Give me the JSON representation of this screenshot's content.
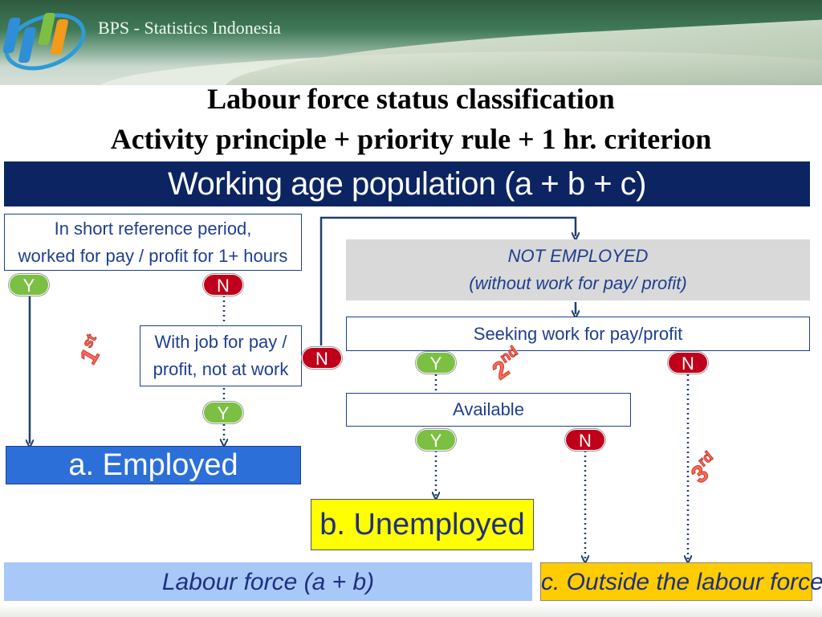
{
  "header": {
    "org_title": "BPS - Statistics Indonesia"
  },
  "title": {
    "line1": "Labour force status classification",
    "line2": "Activity principle + priority rule + 1 hr. criterion"
  },
  "diagram": {
    "root": "Working age population (a + b + c)",
    "question1": {
      "line1": "In short reference period,",
      "line2": "worked for pay / profit for 1+ hours"
    },
    "question2": {
      "line1": "With job for pay /",
      "line2": "profit, not at work"
    },
    "not_employed": {
      "line1": "NOT EMPLOYED",
      "line2": "(without work for pay/ profit)"
    },
    "seeking": "Seeking work for pay/profit",
    "available": "Available",
    "yes": "Y",
    "no": "N",
    "ordinals": {
      "first": {
        "num": "1",
        "suffix": "st"
      },
      "second": {
        "num": "2",
        "suffix": "nd"
      },
      "third": {
        "num": "3",
        "suffix": "rd"
      }
    },
    "outcomes": {
      "employed": "a. Employed",
      "unemployed": "b. Unemployed",
      "labour_force": "Labour force (a + b)",
      "outside": "c. Outside the labour force"
    }
  },
  "colors": {
    "navy": "#0c2461",
    "box_text": "#1f3f8f",
    "yes_badge": "#7cc043",
    "no_badge": "#c0001a",
    "employed_fill": "#2d6fd8",
    "unemployed_fill": "#ffff00",
    "labour_force_fill": "#a8c8f8",
    "outside_fill": "#ffcc00"
  }
}
